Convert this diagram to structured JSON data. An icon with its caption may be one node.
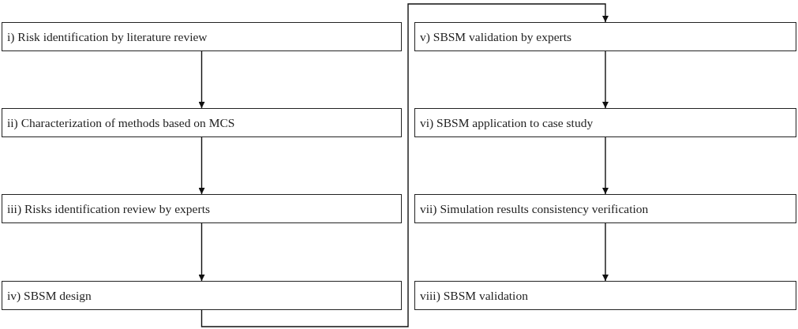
{
  "diagram": {
    "nodes": [
      {
        "text": [
          "i) Risk identification by literature review"
        ]
      },
      {
        "text": [
          "ii) Characterization of methods based on MCS"
        ]
      },
      {
        "text": [
          "iii) Risks identification review by experts"
        ]
      },
      {
        "text": [
          "iv) SBSM design"
        ]
      },
      {
        "text": [
          "v) SBSM validation by experts"
        ]
      },
      {
        "text": [
          "vi) SBSM application to case study"
        ]
      },
      {
        "text": [
          "vii) Simulation results consistency verification"
        ]
      },
      {
        "text": [
          "viii) SBSM validation"
        ]
      }
    ],
    "edges": [
      {
        "from": 0,
        "to": 1,
        "arrow": "to"
      },
      {
        "from": 1,
        "to": 2,
        "arrow": "to"
      },
      {
        "from": 2,
        "to": 3,
        "arrow": "to"
      },
      {
        "from": 3,
        "to": 4,
        "arrow": "to"
      },
      {
        "from": 4,
        "to": 5,
        "arrow": "to"
      },
      {
        "from": 5,
        "to": 6,
        "arrow": "to"
      },
      {
        "from": 6,
        "to": 7,
        "arrow": "to"
      }
    ]
  }
}
